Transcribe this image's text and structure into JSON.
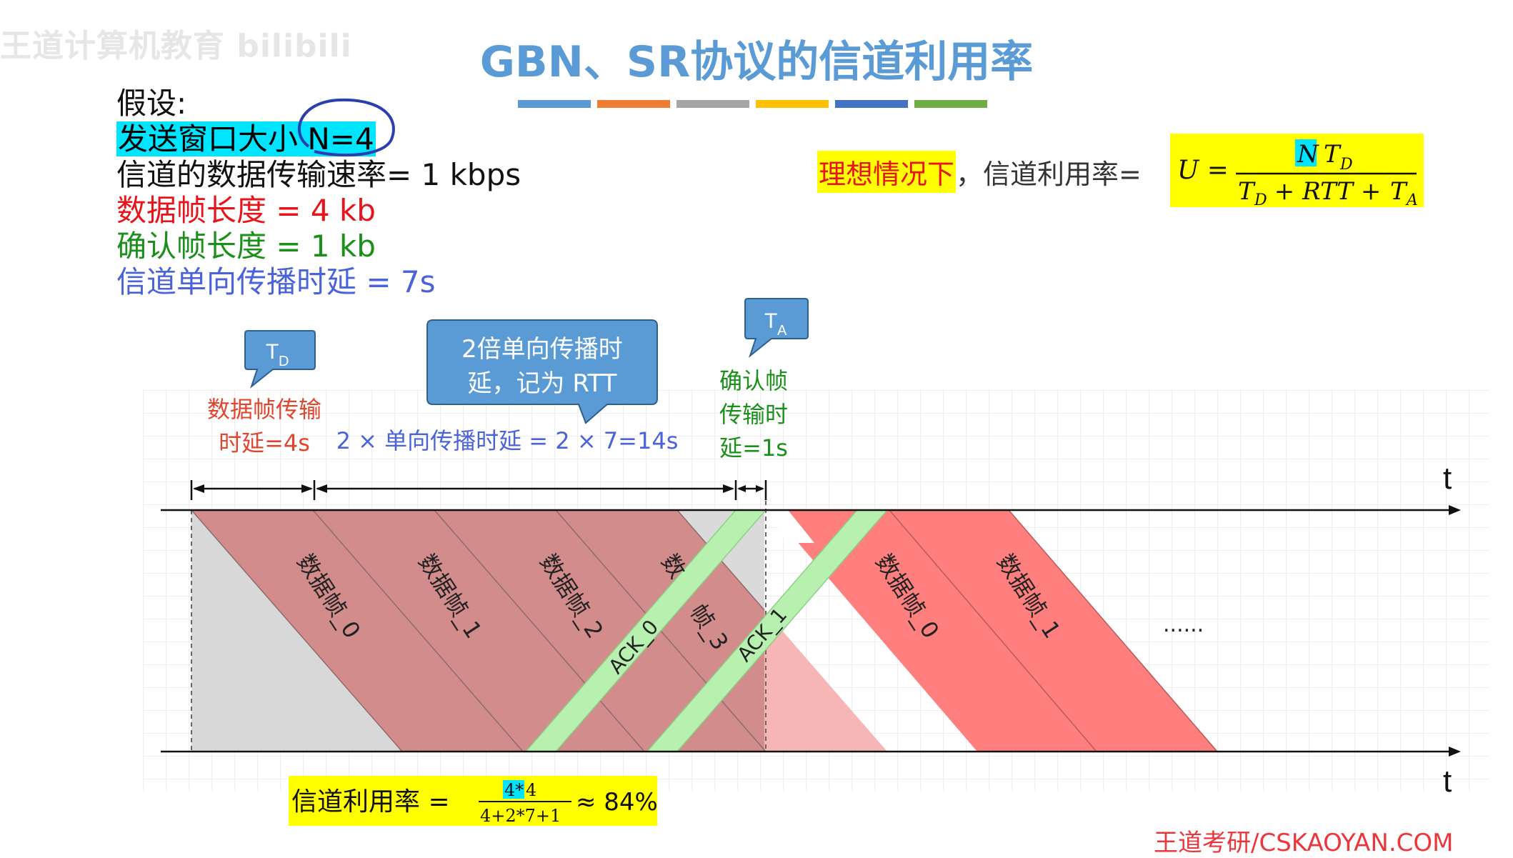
{
  "watermark": "王道计算机教育 bilibili",
  "title": "GBN、SR协议的信道利用率",
  "title_bar_colors": [
    "#5b9bd5",
    "#ed7d31",
    "#a5a5a5",
    "#ffc000",
    "#4472c4",
    "#70ad47"
  ],
  "assumptions": {
    "heading": "假设:",
    "window_label": "发送窗口大小",
    "window_value": "N=4",
    "rate": "信道的数据传输速率= 1 kbps",
    "data_frame": "数据帧长度 = 4 kb",
    "ack_frame": "确认帧长度 = 1 kb",
    "prop_delay": "信道单向传播时延 = 7s"
  },
  "ideal": {
    "label": "理想情况下",
    "text": "，信道利用率=",
    "lhs": "U =",
    "num_n": "N",
    "num_td": "T",
    "num_td_sub": "D",
    "den_td": "T",
    "den_td_sub": "D",
    "den_mid": " + RTT + ",
    "den_ta": "T",
    "den_ta_sub": "A"
  },
  "callouts": {
    "td_main": "T",
    "td_sub": "D",
    "ta_main": "T",
    "ta_sub": "A",
    "rtt_line1": "2倍单向传播时",
    "rtt_line2": "延，记为 RTT"
  },
  "annotations": {
    "td_line1": "数据帧传输",
    "td_line2": "时延=4s",
    "rtt": "2 × 单向传播时延 = 2 × 7=14s",
    "ta_line1": "确认帧",
    "ta_line2": "传输时",
    "ta_line3": "延=1s"
  },
  "axis": {
    "label_top": "t",
    "label_bottom": "t"
  },
  "frames": [
    "数据帧_0",
    "数据帧_1",
    "数据帧_2",
    "数",
    "帧_3",
    "数据帧_0",
    "数据帧_1"
  ],
  "acks": [
    "ACK_0",
    "ACK_1"
  ],
  "ellipsis": "......",
  "bottom": {
    "label": "信道利用率 =",
    "num_hl": "4*",
    "num_rest": "4",
    "den": "4+2*7+1",
    "result": "≈ 84%"
  },
  "footer": "王道考研/CSKAOYAN.COM"
}
